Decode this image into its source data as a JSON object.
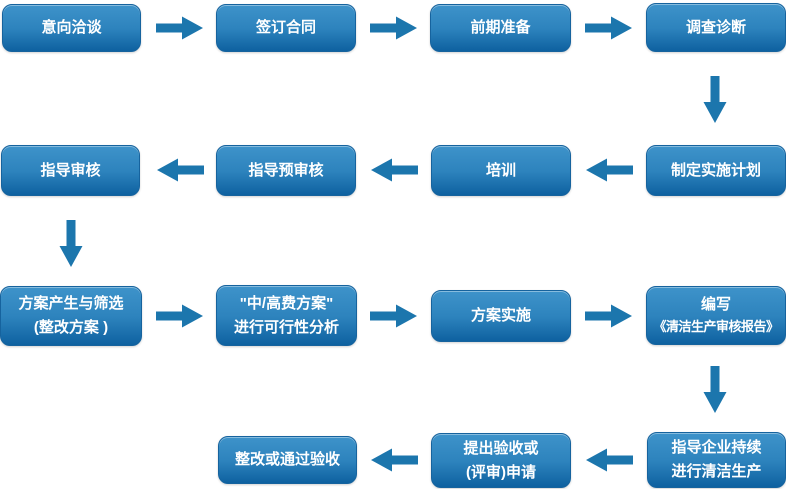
{
  "palette": {
    "box_top": "#3e93ca",
    "box_mid": "#2d83bd",
    "box_bottom": "#0e61a0",
    "box_border": "#16639e",
    "arrow": "#1c76ad",
    "text": "#ffffff"
  },
  "flow": {
    "nodes": [
      {
        "id": "intent-discussion",
        "line1": "意向洽谈"
      },
      {
        "id": "sign-contract",
        "line1": "签订合同"
      },
      {
        "id": "preliminary-preparation",
        "line1": "前期准备"
      },
      {
        "id": "investigation-diagnosis",
        "line1": "调查诊断"
      },
      {
        "id": "formulate-implementation-plan",
        "line1": "制定实施计划"
      },
      {
        "id": "training",
        "line1": "培训"
      },
      {
        "id": "guided-pre-audit",
        "line1": "指导预审核"
      },
      {
        "id": "guided-audit",
        "line1": "指导审核"
      },
      {
        "id": "scheme-generation-screening",
        "line1": "方案产生与筛选",
        "line2": "(整改方案 )"
      },
      {
        "id": "feasibility-analysis",
        "line1": "\"中/高费方案\"",
        "line2": "进行可行性分析"
      },
      {
        "id": "scheme-implementation",
        "line1": "方案实施"
      },
      {
        "id": "write-audit-report",
        "line1": "编写",
        "line2": "《清洁生产审核报告》"
      },
      {
        "id": "guide-continuous-cleaner-production",
        "line1": "指导企业持续",
        "line2": "进行清洁生产"
      },
      {
        "id": "apply-for-acceptance",
        "line1": "提出验收或",
        "line2": "(评审)申请"
      },
      {
        "id": "rectify-or-pass-acceptance",
        "line1": "整改或通过验收"
      }
    ],
    "connections": [
      {
        "from": "intent-discussion",
        "to": "sign-contract"
      },
      {
        "from": "sign-contract",
        "to": "preliminary-preparation"
      },
      {
        "from": "preliminary-preparation",
        "to": "investigation-diagnosis"
      },
      {
        "from": "investigation-diagnosis",
        "to": "formulate-implementation-plan"
      },
      {
        "from": "formulate-implementation-plan",
        "to": "training"
      },
      {
        "from": "training",
        "to": "guided-pre-audit"
      },
      {
        "from": "guided-pre-audit",
        "to": "guided-audit"
      },
      {
        "from": "guided-audit",
        "to": "scheme-generation-screening"
      },
      {
        "from": "scheme-generation-screening",
        "to": "feasibility-analysis"
      },
      {
        "from": "feasibility-analysis",
        "to": "scheme-implementation"
      },
      {
        "from": "scheme-implementation",
        "to": "write-audit-report"
      },
      {
        "from": "write-audit-report",
        "to": "guide-continuous-cleaner-production"
      },
      {
        "from": "guide-continuous-cleaner-production",
        "to": "apply-for-acceptance"
      },
      {
        "from": "apply-for-acceptance",
        "to": "rectify-or-pass-acceptance"
      }
    ]
  }
}
